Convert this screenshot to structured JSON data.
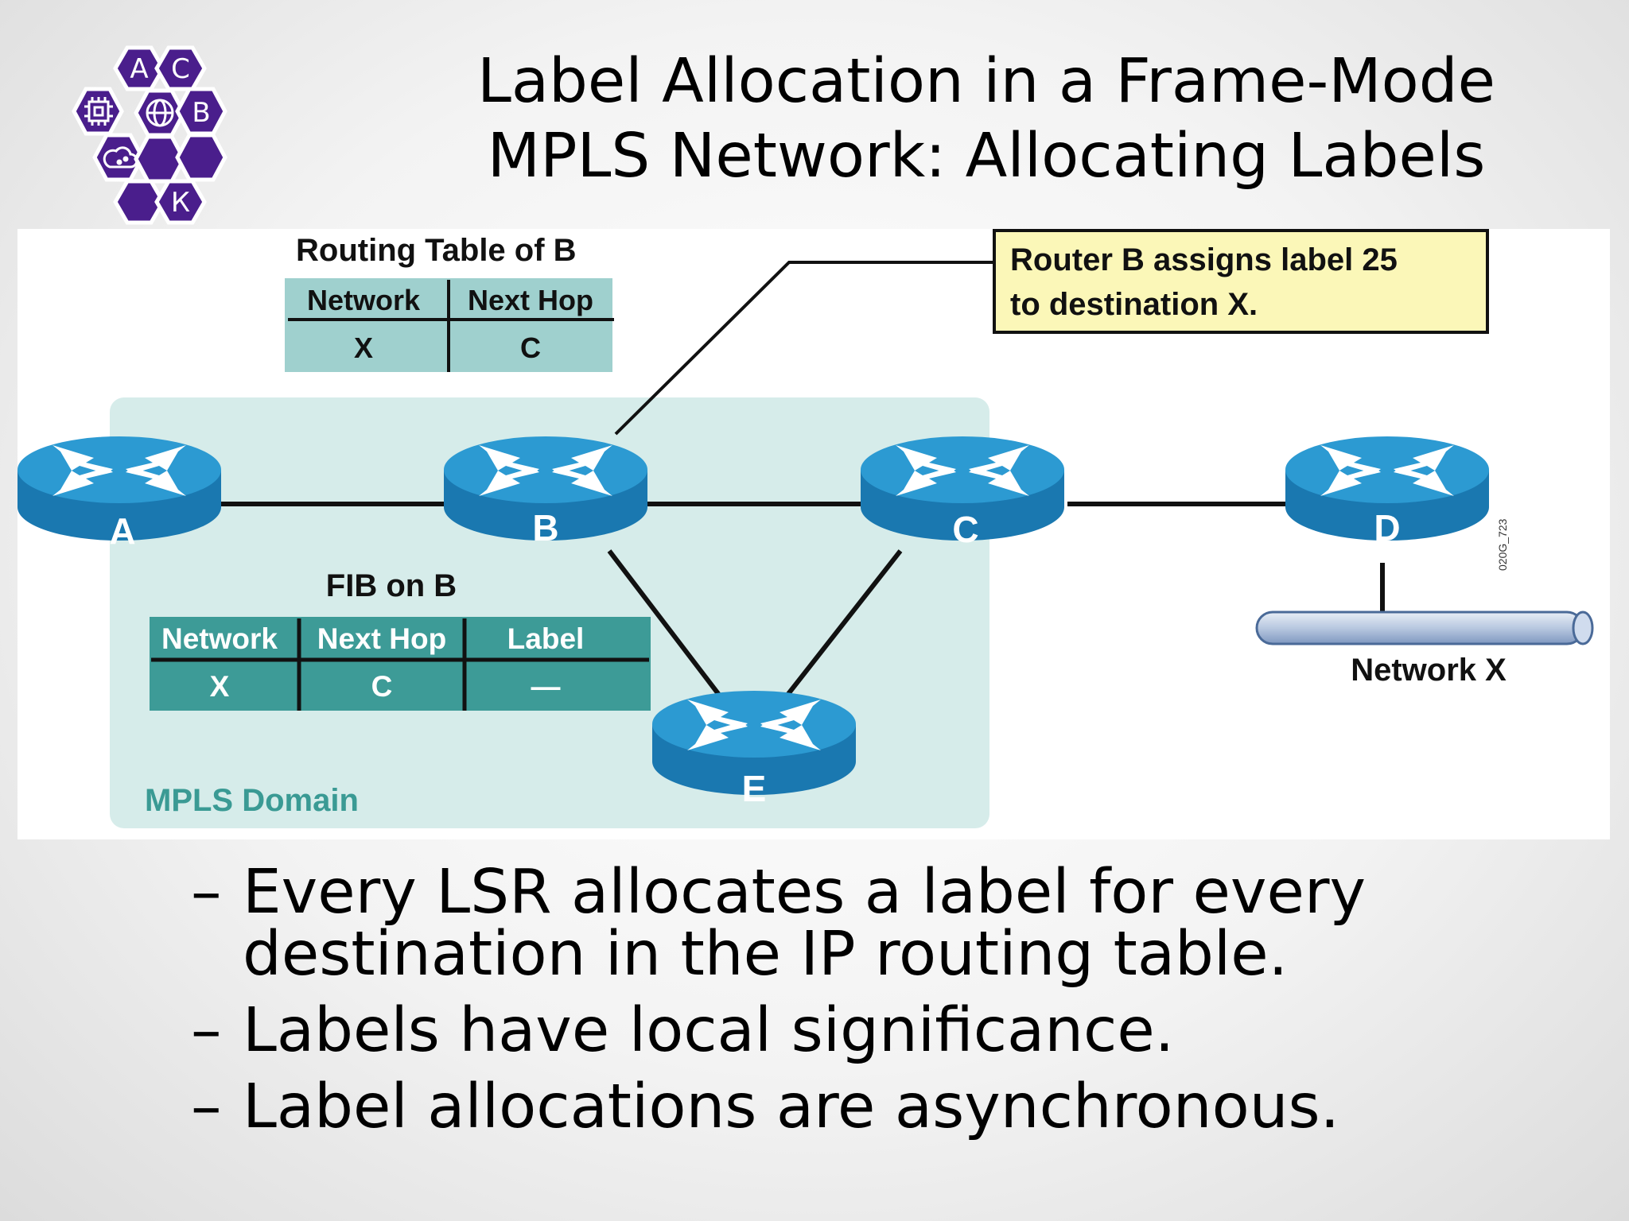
{
  "logo": {
    "letters": [
      "А",
      "С",
      "В",
      "К"
    ],
    "color": "#4a1e8c"
  },
  "title": {
    "line1": "Label Allocation in a Frame-Mode",
    "line2": "MPLS Network: Allocating Labels"
  },
  "diagram": {
    "routing_table": {
      "caption": "Routing Table of B",
      "headers": [
        "Network",
        "Next Hop"
      ],
      "row": [
        "X",
        "C"
      ]
    },
    "callout": {
      "line1": "Router B assigns label 25",
      "line2": "to destination X."
    },
    "fib": {
      "caption": "FIB on B",
      "headers": [
        "Network",
        "Next Hop",
        "Label"
      ],
      "row": [
        "X",
        "C",
        "—"
      ]
    },
    "routers": {
      "a": "A",
      "b": "B",
      "c": "C",
      "d": "D",
      "e": "E"
    },
    "network_label": "Network X",
    "domain_label": "MPLS Domain",
    "figure_code": "020G_723",
    "colors": {
      "router_top": "#2c9ad2",
      "router_side": "#1a78b0",
      "domain_bg": "#d6ecea",
      "table_teal": "#3d9b97",
      "table_light": "#9fd0ce",
      "callout_bg": "#fbf7b8",
      "domain_text": "#3a9a94"
    }
  },
  "bullets": [
    {
      "dash": "–",
      "text": "Every LSR allocates a label for every destination in the IP routing table."
    },
    {
      "dash": "–",
      "text": "Labels have local significance."
    },
    {
      "dash": "–",
      "text": "Label allocations are asynchronous."
    }
  ]
}
